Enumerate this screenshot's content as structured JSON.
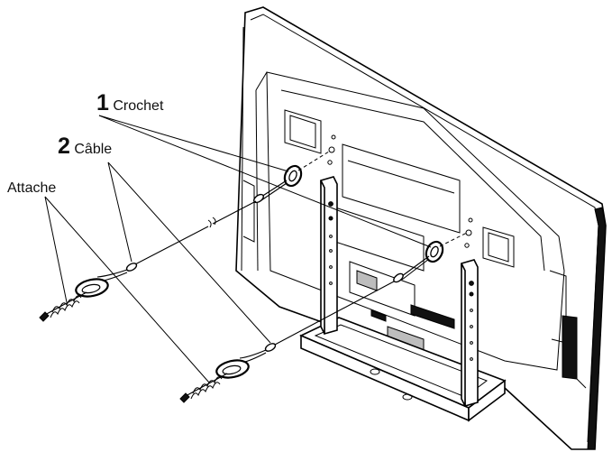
{
  "labels": {
    "hook": {
      "number": "1",
      "text": "Crochet"
    },
    "cable": {
      "number": "2",
      "text": "Câble"
    },
    "clamp": {
      "text": "Attache"
    }
  },
  "colors": {
    "ink": "#000000",
    "background": "#ffffff",
    "shade": "#bdbdbd"
  }
}
